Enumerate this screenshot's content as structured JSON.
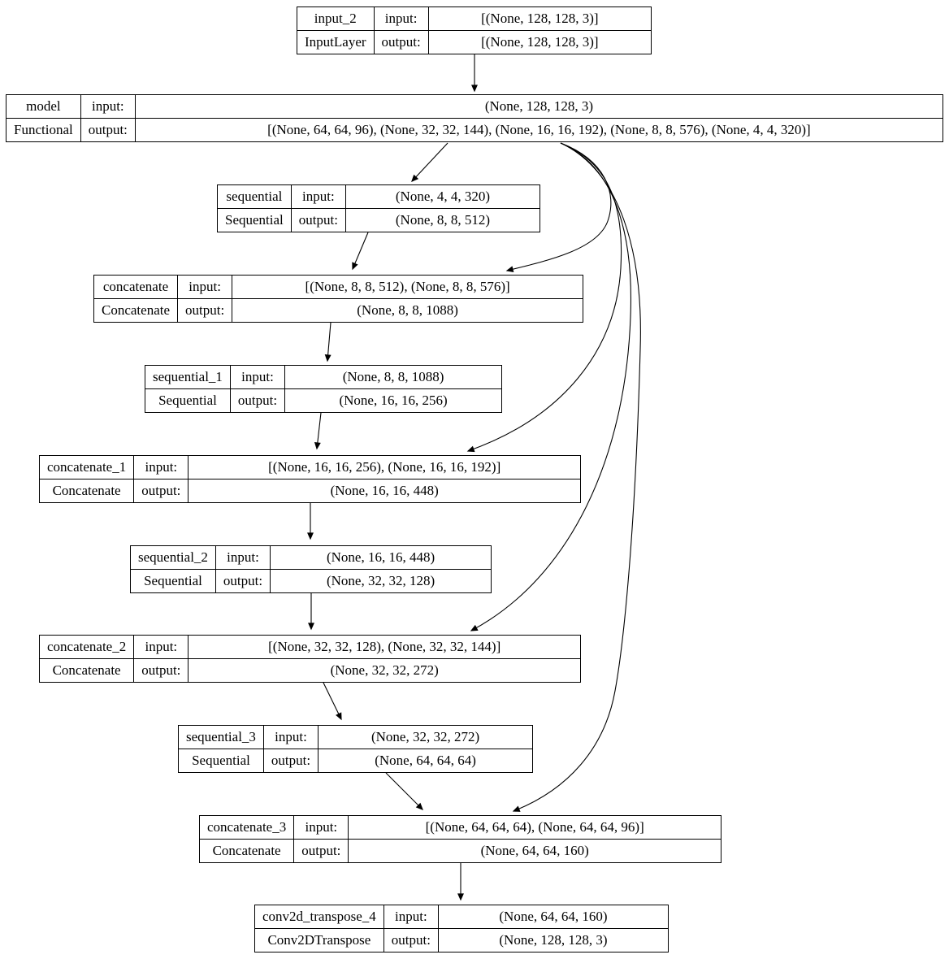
{
  "labels": {
    "input": "input:",
    "output": "output:"
  },
  "colors": {
    "background": "#ffffff",
    "border": "#000000",
    "text": "#000000",
    "edge": "#000000"
  },
  "nodes": [
    {
      "name": "input_2",
      "type": "InputLayer",
      "input_shape": "[(None, 128, 128, 3)]",
      "output_shape": "[(None, 128, 128, 3)]"
    },
    {
      "name": "model",
      "type": "Functional",
      "input_shape": "(None, 128, 128, 3)",
      "output_shape": "[(None, 64, 64, 96), (None, 32, 32, 144), (None, 16, 16, 192), (None, 8, 8, 576), (None, 4, 4, 320)]"
    },
    {
      "name": "sequential",
      "type": "Sequential",
      "input_shape": "(None, 4, 4, 320)",
      "output_shape": "(None, 8, 8, 512)"
    },
    {
      "name": "concatenate",
      "type": "Concatenate",
      "input_shape": "[(None, 8, 8, 512), (None, 8, 8, 576)]",
      "output_shape": "(None, 8, 8, 1088)"
    },
    {
      "name": "sequential_1",
      "type": "Sequential",
      "input_shape": "(None, 8, 8, 1088)",
      "output_shape": "(None, 16, 16, 256)"
    },
    {
      "name": "concatenate_1",
      "type": "Concatenate",
      "input_shape": "[(None, 16, 16, 256), (None, 16, 16, 192)]",
      "output_shape": "(None, 16, 16, 448)"
    },
    {
      "name": "sequential_2",
      "type": "Sequential",
      "input_shape": "(None, 16, 16, 448)",
      "output_shape": "(None, 32, 32, 128)"
    },
    {
      "name": "concatenate_2",
      "type": "Concatenate",
      "input_shape": "[(None, 32, 32, 128), (None, 32, 32, 144)]",
      "output_shape": "(None, 32, 32, 272)"
    },
    {
      "name": "sequential_3",
      "type": "Sequential",
      "input_shape": "(None, 32, 32, 272)",
      "output_shape": "(None, 64, 64, 64)"
    },
    {
      "name": "concatenate_3",
      "type": "Concatenate",
      "input_shape": "[(None, 64, 64, 64), (None, 64, 64, 96)]",
      "output_shape": "(None, 64, 64, 160)"
    },
    {
      "name": "conv2d_transpose_4",
      "type": "Conv2DTranspose",
      "input_shape": "(None, 64, 64, 160)",
      "output_shape": "(None, 128, 128, 3)"
    }
  ],
  "edges": [
    {
      "from": "input_2",
      "to": "model"
    },
    {
      "from": "model",
      "to": "sequential"
    },
    {
      "from": "model",
      "to": "concatenate"
    },
    {
      "from": "sequential",
      "to": "concatenate"
    },
    {
      "from": "concatenate",
      "to": "sequential_1"
    },
    {
      "from": "model",
      "to": "concatenate_1"
    },
    {
      "from": "sequential_1",
      "to": "concatenate_1"
    },
    {
      "from": "concatenate_1",
      "to": "sequential_2"
    },
    {
      "from": "model",
      "to": "concatenate_2"
    },
    {
      "from": "sequential_2",
      "to": "concatenate_2"
    },
    {
      "from": "concatenate_2",
      "to": "sequential_3"
    },
    {
      "from": "model",
      "to": "concatenate_3"
    },
    {
      "from": "sequential_3",
      "to": "concatenate_3"
    },
    {
      "from": "concatenate_3",
      "to": "conv2d_transpose_4"
    }
  ]
}
